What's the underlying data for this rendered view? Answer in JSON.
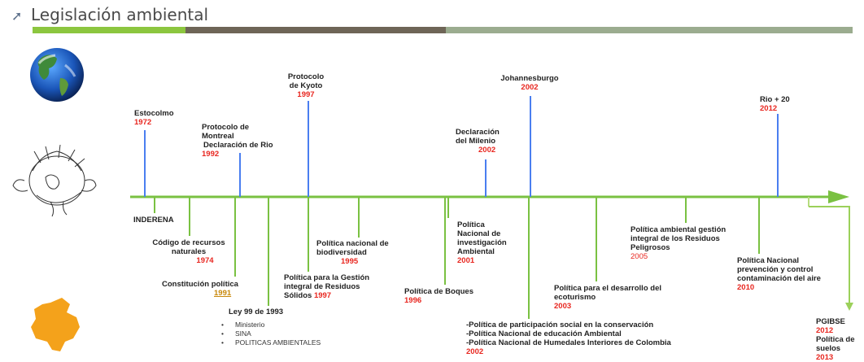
{
  "header": {
    "title": "Legislación ambiental",
    "bar_colors": [
      "#8cc63f",
      "#6e6557",
      "#9bac8f"
    ]
  },
  "timeline": {
    "line_color": "#7ac142",
    "up_line_color": "#4a7ef0",
    "above": [
      {
        "name": "Estocolmo",
        "year": "1972"
      },
      {
        "name": "Protocolo de Montreal",
        "name2": "Declaración de Rio",
        "year": "1992"
      },
      {
        "name": "Protocolo de Kyoto",
        "year": "1997"
      },
      {
        "name": "Declaración del Milenio",
        "year": "2002"
      },
      {
        "name": "Johannesburgo",
        "year": "2002"
      },
      {
        "name": "Rio + 20",
        "year": "2012"
      }
    ],
    "below": [
      {
        "name": "INDERENA"
      },
      {
        "name": "Código de recursos naturales",
        "year": "1974"
      },
      {
        "name": "Constitución política",
        "year": "1991"
      },
      {
        "name": "Ley 99 de 1993",
        "bullets": [
          "Ministerio",
          "SINA",
          "POLITICAS AMBIENTALES"
        ]
      },
      {
        "name": "Política para la Gestión integral de Residuos Sólidos",
        "year": "1997"
      },
      {
        "name": "Política nacional de biodiversidad",
        "year": "1995"
      },
      {
        "name": "Política de Boques",
        "year": "1996"
      },
      {
        "name": "Política Nacional de investigación Ambiental",
        "year": "2001"
      },
      {
        "items": [
          "-Política de participación social en la conservación",
          "-Política Nacional de educación Ambiental",
          "-Política Nacional de Humedales Interiores de Colombia"
        ],
        "year": "2002"
      },
      {
        "name": "Política para el desarrollo del ecoturismo",
        "year": "2003"
      },
      {
        "name": "Política ambiental gestión integral de los Residuos Peligrosos",
        "year": "2005"
      },
      {
        "name": "Política Nacional prevención y control contaminación del aire",
        "year": "2010"
      },
      {
        "name": "PGIBSE",
        "year": "2012",
        "name2": "Política de suelos",
        "year2": "2013"
      }
    ]
  },
  "images": [
    "earth-globe",
    "world-sketch",
    "colombia-map"
  ]
}
